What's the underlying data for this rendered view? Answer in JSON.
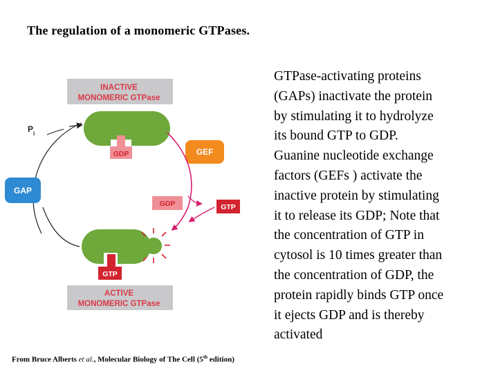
{
  "title": "The regulation of a monomeric GTPases.",
  "description_lines": [
    "GTPase-activating proteins",
    "(GAPs) inactivate the protein",
    "by stimulating it to hydrolyze",
    "its bound GTP to GDP.",
    "Guanine nucleotide exchange",
    "factors (GEFs ) activate the",
    "inactive protein by stimulating",
    "it to release its GDP; Note that",
    "the concentration of GTP in",
    "cytosol is 10 times greater than",
    "the concentration of GDP, the",
    "protein rapidly binds GTP once",
    "it ejects GDP and is thereby",
    "activated"
  ],
  "credit": {
    "prefix": "From Bruce Alberts ",
    "etal": "et al.",
    "middle": ", Molecular Biology of The Cell (5",
    "sup": "th",
    "suffix": " edition)"
  },
  "diagram": {
    "inactive_label_1": "INACTIVE",
    "inactive_label_2": "MONOMERIC GTPase",
    "active_label_1": "ACTIVE",
    "active_label_2": "MONOMERIC GTPase",
    "pi_label": "P",
    "pi_sub": "i",
    "gap_label": "GAP",
    "gef_label": "GEF",
    "gdp_bound_inactive": "GDP",
    "gdp_released": "GDP",
    "gtp_free": "GTP",
    "gtp_bound_active": "GTP",
    "colors": {
      "label_box": "#c9c9cb",
      "label_text": "#d93a47",
      "protein": "#6fa83b",
      "gdp_box": "#ef8f96",
      "gtp_box": "#d3232f",
      "gap": "#2e8bd3",
      "gef": "#f28a1e",
      "arrow": "#d81e6e",
      "dark_arrow": "#222222"
    }
  }
}
